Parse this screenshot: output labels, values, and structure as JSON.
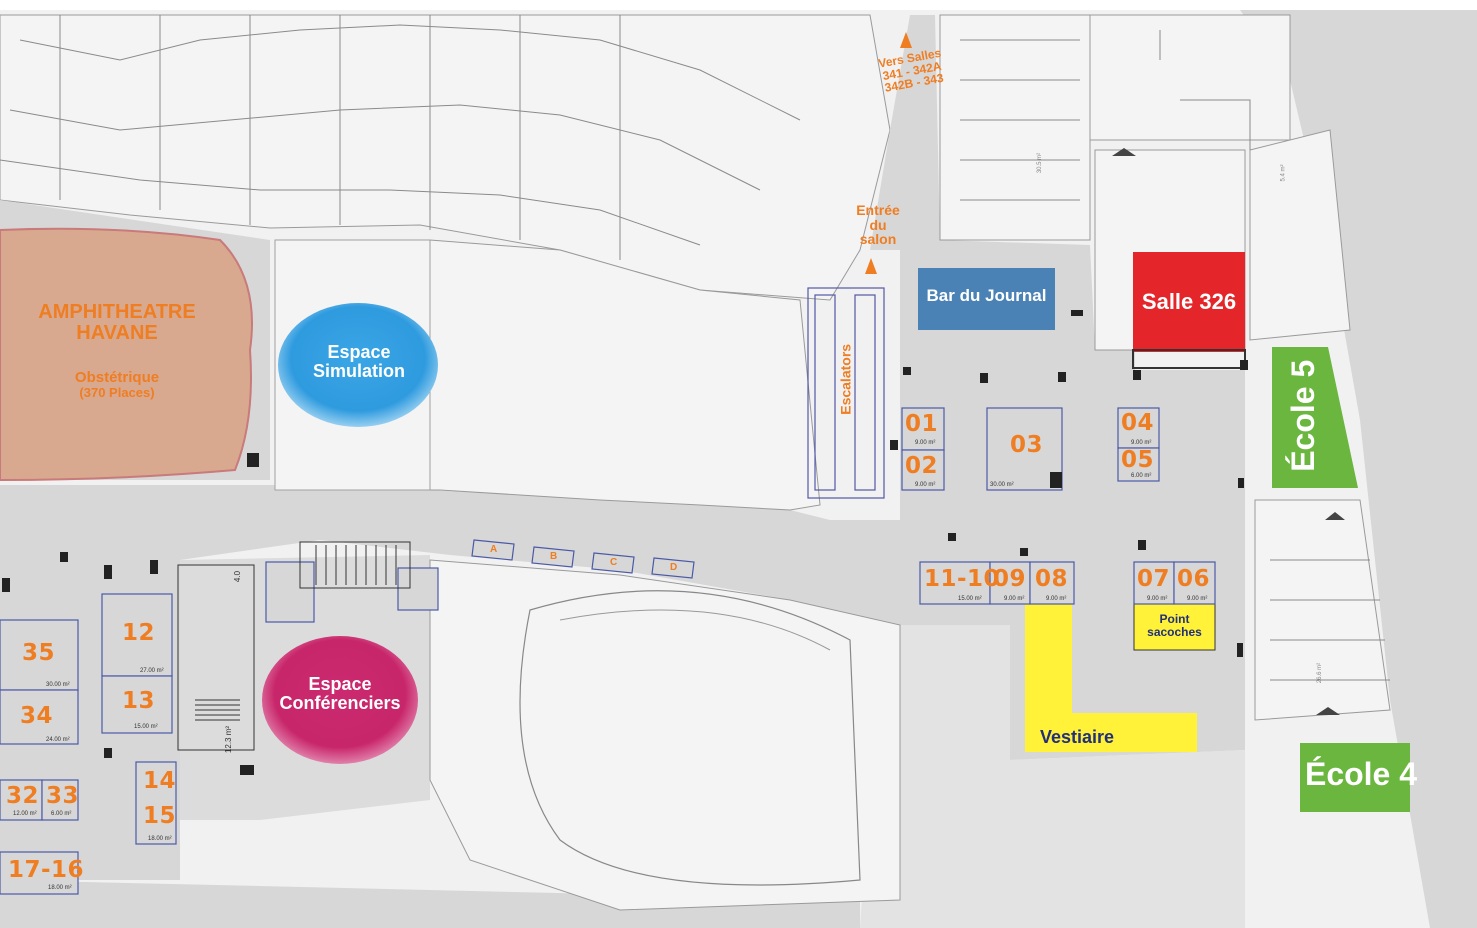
{
  "rooms": {
    "amphitheatre": {
      "title_line1": "AMPHITHEATRE",
      "title_line2": "HAVANE",
      "sub_line1": "Obstétrique",
      "sub_line2": "(370 Places)"
    },
    "espace_simulation": {
      "line1": "Espace",
      "line2": "Simulation"
    },
    "espace_conferenciers": {
      "line1": "Espace",
      "line2": "Conférenciers"
    },
    "bar_du_journal": "Bar du Journal",
    "salle_326": "Salle 326",
    "ecole_5": "École 5",
    "ecole_4": "École 4",
    "vestiaire": "Vestiaire",
    "point_sacoches": {
      "line1": "Point",
      "line2": "sacoches"
    },
    "escalators": "Escalators"
  },
  "signs": {
    "vers_salles": {
      "line1": "Vers Salles",
      "line2": "341 - 342A",
      "line3": "342B - 343"
    },
    "entree_salon": {
      "line1": "Entrée",
      "line2": "du",
      "line3": "salon"
    }
  },
  "booths": {
    "b01": {
      "num": "01",
      "area": "9.00 m²"
    },
    "b02": {
      "num": "02",
      "area": "9.00 m²"
    },
    "b03": {
      "num": "03",
      "area": "30.00 m²"
    },
    "b04": {
      "num": "04",
      "area": "9.00 m²"
    },
    "b05": {
      "num": "05",
      "area": "6.00 m²"
    },
    "b1110": {
      "num": "11-10",
      "area": "15.00 m²"
    },
    "b09": {
      "num": "09",
      "area": "9.00 m²"
    },
    "b08": {
      "num": "08",
      "area": "9.00 m²"
    },
    "b07": {
      "num": "07",
      "area": "9.00 m²"
    },
    "b06": {
      "num": "06",
      "area": "9.00 m²"
    },
    "b12": {
      "num": "12",
      "area": "27.00 m²"
    },
    "b13": {
      "num": "13",
      "area": "15.00 m²"
    },
    "b35": {
      "num": "35",
      "area": "30.00 m²"
    },
    "b34": {
      "num": "34",
      "area": "24.00 m²"
    },
    "b32": {
      "num": "32",
      "area": "12.00 m²"
    },
    "b33": {
      "num": "33",
      "area": "6.00 m²"
    },
    "b14": {
      "num": "14"
    },
    "b15": {
      "num": "15",
      "area": "18.00 m²"
    },
    "b1716": {
      "num": "17-16",
      "area": "18.00 m²"
    }
  },
  "small_booths": [
    "A",
    "B",
    "C",
    "D"
  ],
  "plan_labels": {
    "area_30_5": "30.5 m²",
    "area_5_4": "5.4 m²",
    "area_26_6": "26.6 m²",
    "area_4_0": "4.0",
    "area_12_3": "12.3 m²"
  },
  "colors": {
    "booth_orange": "#ef7d22",
    "salle_red": "#e42529",
    "ecole_green": "#6ab63f",
    "bar_blue": "#4a82b6",
    "vestiaire_yellow": "#fff239",
    "amphi_brown": "#d9a98f",
    "simulation_blue": "#3aa6e6",
    "conferenciers_pink": "#cc2a70",
    "floor_grey": "#d7d7d8"
  }
}
